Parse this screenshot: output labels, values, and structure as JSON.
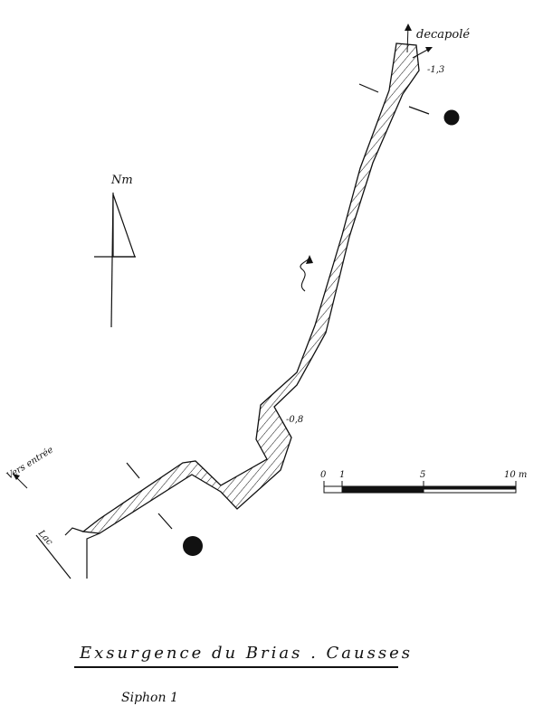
{
  "labels": {
    "north": "Nm",
    "downstream": "decapolé",
    "depth_top": "-1,3",
    "depth_mid": "-0,8",
    "entrance": "Vers entrée",
    "lake": "Lac"
  },
  "scale_bar": {
    "ticks": [
      "0",
      "1",
      "5",
      "10 m"
    ]
  },
  "title": "Exsurgence du Brias . Causses",
  "subtitle": "Siphon 1",
  "colors": {
    "ink": "#111111",
    "background": "#ffffff"
  }
}
